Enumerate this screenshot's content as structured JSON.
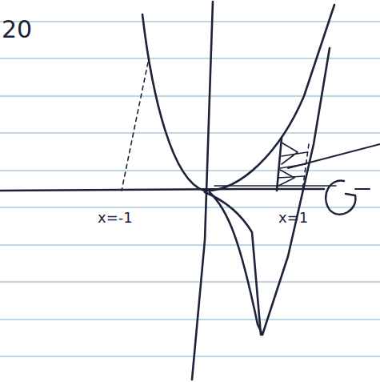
{
  "diagram": {
    "labels": [
      "20",
      "x=-1",
      "x=1"
    ]
  }
}
